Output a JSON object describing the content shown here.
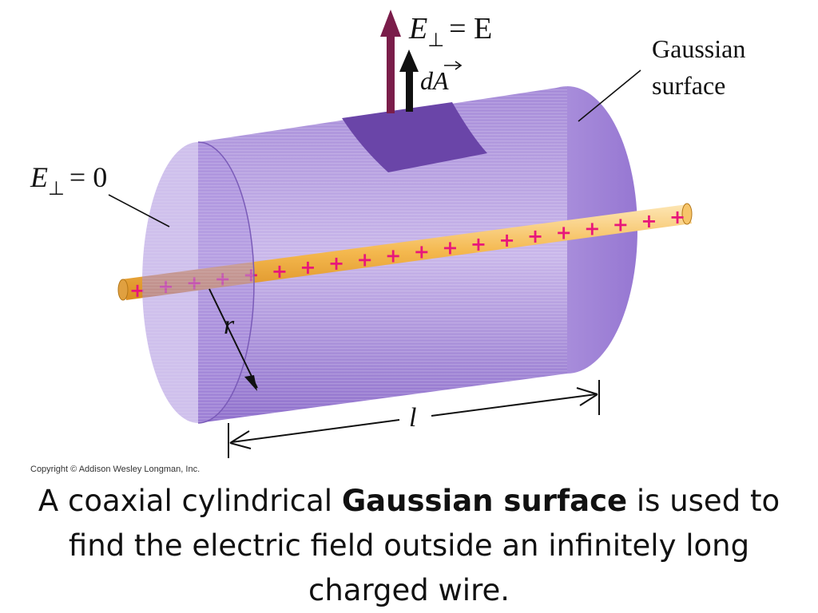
{
  "labels": {
    "e_perp_top_lhs": "E",
    "e_perp_top_rhs": "= E",
    "da": "dA",
    "gaussian_line1": "Gaussian",
    "gaussian_line2": "surface",
    "e_perp_zero_lhs": "E",
    "e_perp_zero_rhs": "= 0",
    "radius": "r",
    "length": "l",
    "perp_symbol": "⊥",
    "charge_symbol": "+"
  },
  "copyright": "Copyright © Addison Wesley Longman, Inc.",
  "caption": {
    "part1": "A coaxial cylindrical ",
    "bold": "Gaussian surface",
    "part2": " is used to find the electric field outside an infinitely long charged wire."
  },
  "colors": {
    "cylinder": "#9b7fd0",
    "cylinder_dark": "#7a5bb8",
    "patch": "#6a45a8",
    "field_arrow": "#7a1d4a",
    "wire": "#f1b24a",
    "charge": "#e8177a"
  }
}
